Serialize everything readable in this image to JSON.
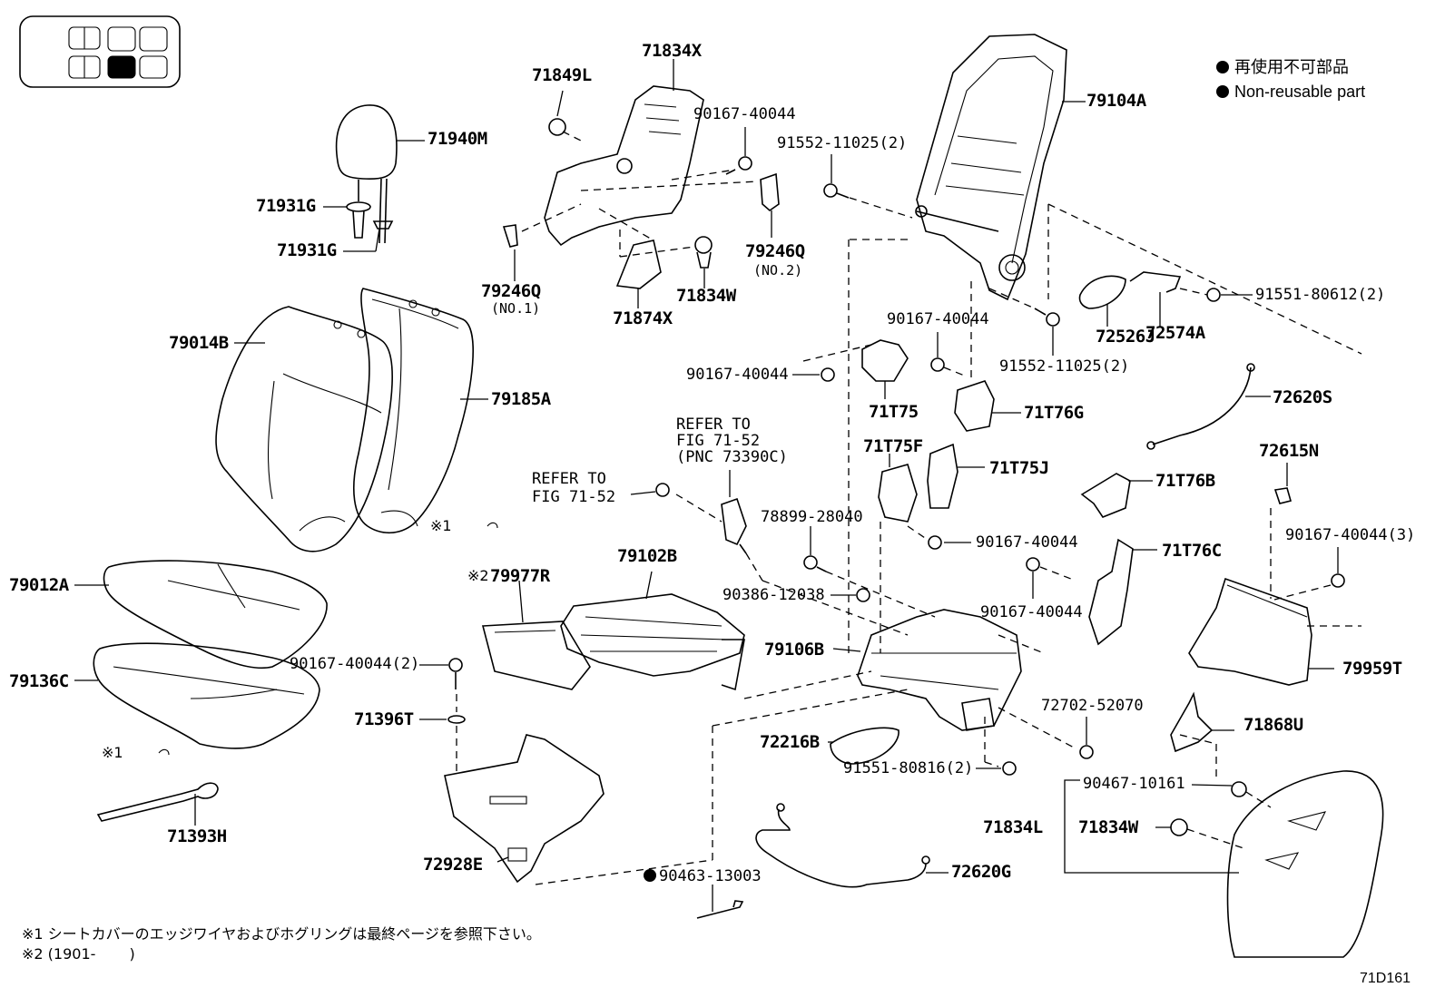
{
  "legend": {
    "jp": "再使用不可部品",
    "en": "Non-reusable part"
  },
  "figure_code": "71D161",
  "notes": {
    "note1": "※1 シートカバーのエッジワイヤおよびホグリングは最終ページを参照下さい。",
    "note2": "※2 (1901-　　 )"
  },
  "labels": {
    "p71834X": "71834X",
    "p71849L": "71849L",
    "p90167_40044_a": "90167-40044",
    "p91552_11025_2a": "91552-11025(2)",
    "p79104A": "79104A",
    "p71940M": "71940M",
    "p71931G_a": "71931G",
    "p71931G_b": "71931G",
    "p79246Q_no1": "79246Q",
    "no1": "(NO.1)",
    "p79246Q_no2": "79246Q",
    "no2": "(NO.2)",
    "p71874X": "71874X",
    "p71834W_a": "71834W",
    "p79014B": "79014B",
    "p79185A": "79185A",
    "p90167_40044_b": "90167-40044",
    "p90167_40044_c": "90167-40044",
    "p91552_11025_2b": "91552-11025(2)",
    "p72526J": "72526J",
    "p72574A": "72574A",
    "p91551_80612_2": "91551-80612(2)",
    "p71T75": "71T75",
    "p71T76G": "71T76G",
    "p72620S": "72620S",
    "refer1_a": "REFER TO",
    "refer1_b": "FIG 71-52",
    "refer1_c": "(PNC 73390C)",
    "refer2_a": "REFER TO",
    "refer2_b": "FIG 71-52",
    "p71T75F": "71T75F",
    "p71T75J": "71T75J",
    "p71T76B": "71T76B",
    "p72615N": "72615N",
    "mark1_a": "※1",
    "p79012A": "79012A",
    "mark2": "※2",
    "p79977R": "79977R",
    "p79102B": "79102B",
    "p78899_28040": "78899-28040",
    "p90167_40044_d": "90167-40044",
    "p71T76C": "71T76C",
    "p90167_40044_3": "90167-40044(3)",
    "p90386_12038": "90386-12038",
    "p90167_40044_e": "90167-40044",
    "p79106B": "79106B",
    "p79959T": "79959T",
    "p90167_40044_2": "90167-40044(2)",
    "p79136C": "79136C",
    "p71396T": "71396T",
    "p72702_52070": "72702-52070",
    "p72216B": "72216B",
    "p71868U": "71868U",
    "mark1_b": "※1",
    "p91551_80816_2": "91551-80816(2)",
    "p90467_10161": "90467-10161",
    "p71393H": "71393H",
    "p71834L": "71834L",
    "p71834W_b": "71834W",
    "p72928E": "72928E",
    "p90463_13003": "90463-13003",
    "p72620G": "72620G"
  }
}
